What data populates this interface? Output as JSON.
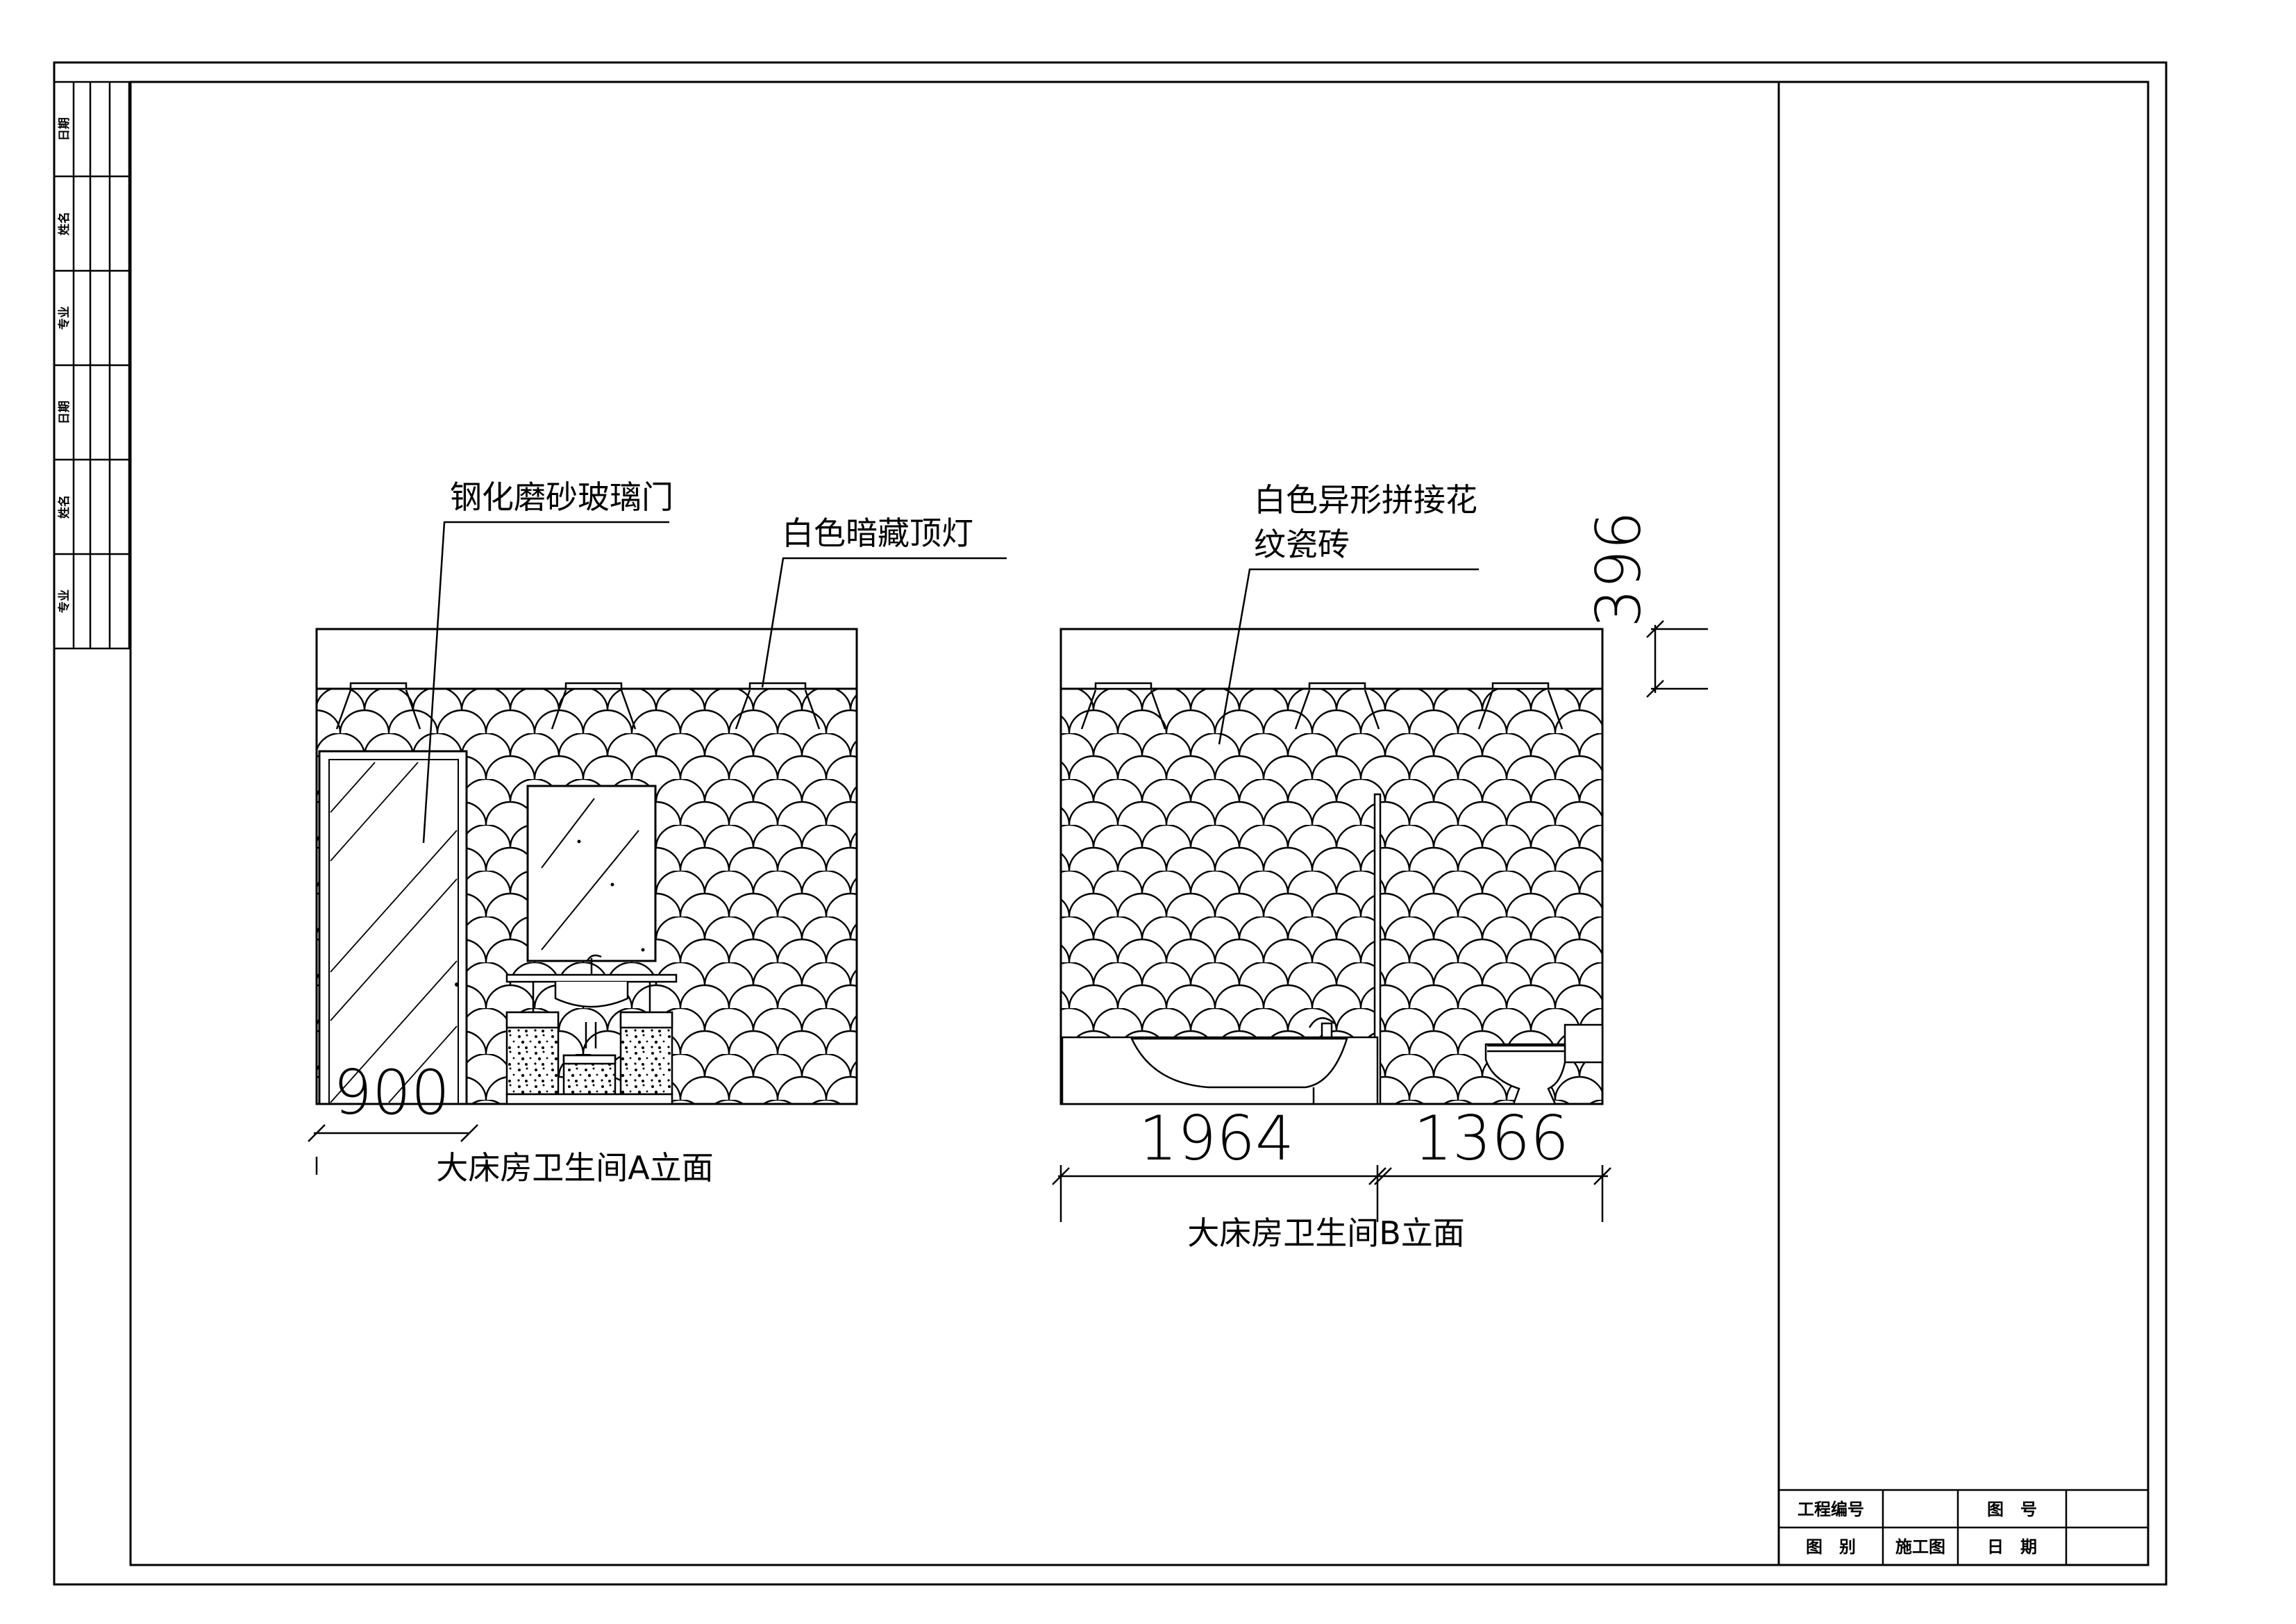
{
  "labels": {
    "door": "钢化磨砂玻璃门",
    "light": "白色暗藏顶灯",
    "tile_line1": "白色异形拼接花",
    "tile_line2": "纹瓷砖"
  },
  "dimensions": {
    "door_width": "900",
    "bath_width": "1964",
    "toilet_width": "1366",
    "ceiling_height": "396"
  },
  "captions": {
    "elevation_a": "大床房卫生间A立面",
    "elevation_b": "大床房卫生间B立面"
  },
  "title_block": {
    "project_no_label": "工程编号",
    "project_no_value": "",
    "drawing_no_label": "图　号",
    "drawing_no_value": "",
    "category_label": "图　别",
    "category_value": "施工图",
    "date_label": "日　期",
    "date_value": ""
  },
  "side_strip": [
    "日期",
    "姓名",
    "专业",
    "日期",
    "姓名",
    "专业"
  ]
}
